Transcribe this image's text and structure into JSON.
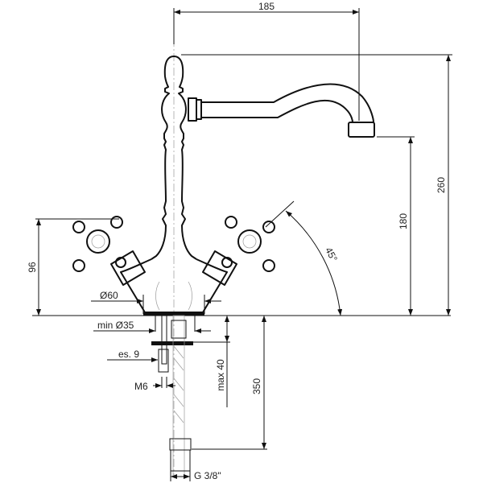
{
  "labels": {
    "spout_reach": "185",
    "total_height": "260",
    "spout_height": "180",
    "handle_height": "96",
    "handle_angle": "45°",
    "base_diameter": "Ø60",
    "hole_diameter": "min Ø35",
    "thickness": "es. 9",
    "thread": "M6",
    "max_counter": "max 40",
    "hose_length": "350",
    "hose_connection": "G 3/8\""
  },
  "colors": {
    "line": "#111111",
    "background": "#ffffff"
  }
}
